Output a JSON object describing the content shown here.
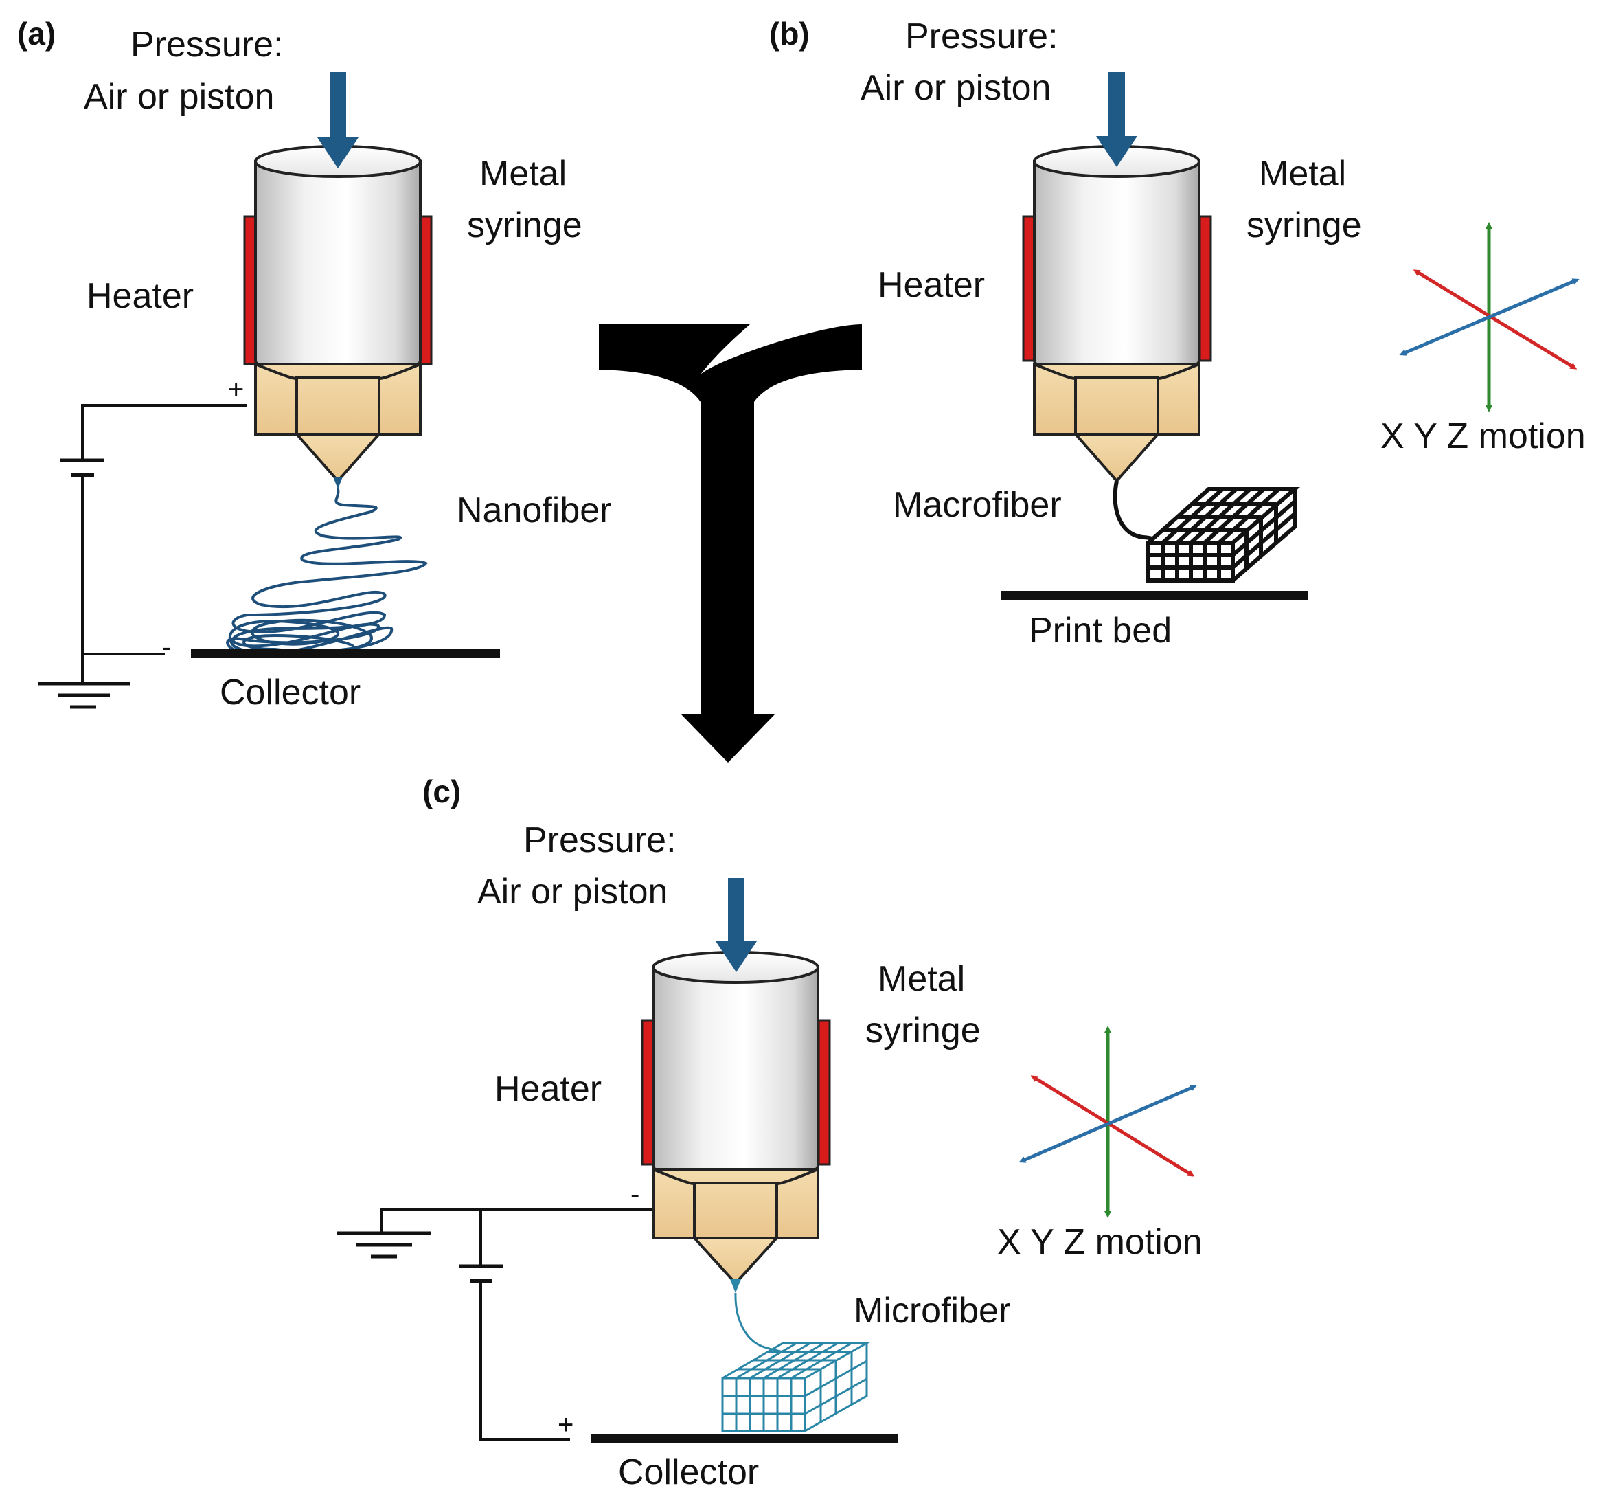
{
  "panel_a": {
    "tag": "(a)",
    "pressure_line1": "Pressure:",
    "pressure_line2": "Air or piston",
    "syringe_line1": "Metal",
    "syringe_line2": "syringe",
    "heater": "Heater",
    "fiber": "Nanofiber",
    "collector": "Collector",
    "nozzle_sign": "+",
    "collector_sign": "-"
  },
  "panel_b": {
    "tag": "(b)",
    "pressure_line1": "Pressure:",
    "pressure_line2": "Air or piston",
    "syringe_line1": "Metal",
    "syringe_line2": "syringe",
    "heater": "Heater",
    "fiber": "Macrofiber",
    "bed": "Print bed",
    "motion": "X Y Z motion"
  },
  "panel_c": {
    "tag": "(c)",
    "pressure_line1": "Pressure:",
    "pressure_line2": "Air or piston",
    "syringe_line1": "Metal",
    "syringe_line2": "syringe",
    "heater": "Heater",
    "fiber": "Microfiber",
    "collector": "Collector",
    "motion": "X Y Z motion",
    "nozzle_sign": "-",
    "collector_sign": "+"
  },
  "colors": {
    "pressure_arrow": "#1f5a86",
    "heater": "#d81b1b",
    "nozzle": "#f0d4a0",
    "nanofiber": "#1e4f7a",
    "microfiber": "#2a86a6",
    "axis_x": "#d32626",
    "axis_y": "#2b6fa8",
    "axis_z": "#2e8a2e"
  }
}
